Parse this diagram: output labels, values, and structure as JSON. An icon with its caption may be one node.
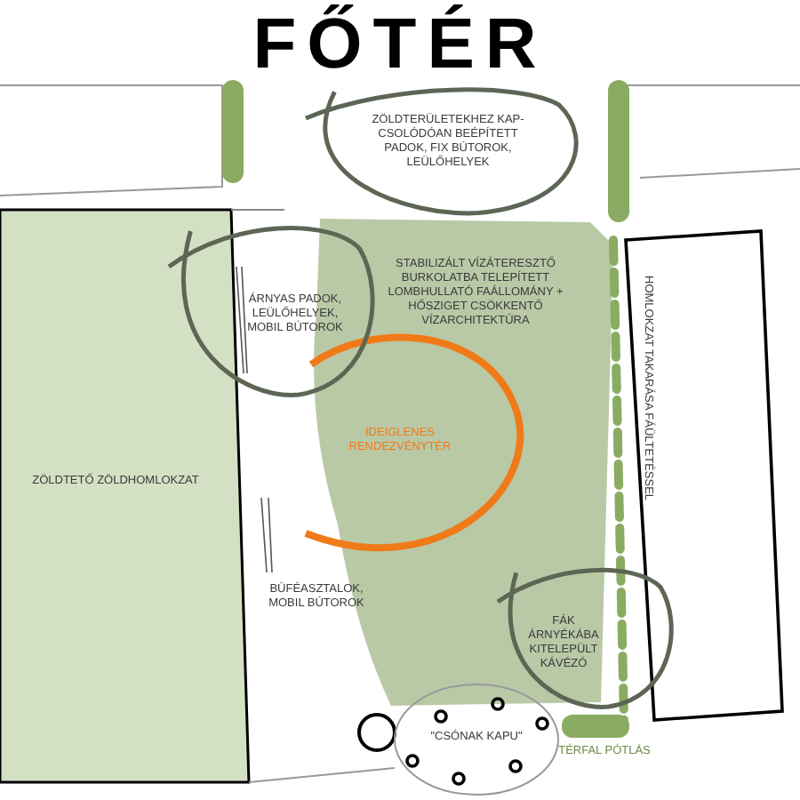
{
  "diagram": {
    "title": "FŐTÉR",
    "nodes": [
      {
        "text": [
          "ZÖLDTERÜLETEKHEZ KAP-CSOLÓDÓAN BEÉPÍTETT PADOK, FIX BÚTOROK, LEÜLŐHELYEK"
        ]
      },
      {
        "text": [
          "STABILIZÁLT VÍZÁTERESZTŐ BURKOLATBA TELEPÍTETT LOMBHULLATÓ FAÁLLOMÁNY + HŐSZIGET CSÖKKENTŐ VÍZARCHITEKTÚRA"
        ]
      },
      {
        "text": [
          "ÁRNYAS PADOK, LEÜLŐHELYEK, MOBIL BÚTOROK"
        ]
      },
      {
        "text": [
          "ZÖLDTETŐ ZÖLDHOMLOKZAT"
        ]
      },
      {
        "text": [
          "FÁK ÁRNYÉKÁBA KITELEPÜLT KÁVÉZÓ"
        ]
      },
      {
        "text": [
          "\"CSÓNAK KAPU\""
        ]
      }
    ],
    "labels": [
      "IDEIGLENES RENDEZVÉNYTÉR",
      "BÜFÉASZTALOK, MOBIL BÚTOROK",
      "HOMLOKZAT TAKARÁSA FÁÜLTETÉSSEL",
      "TÉRFAL PÓTLÁS"
    ]
  }
}
